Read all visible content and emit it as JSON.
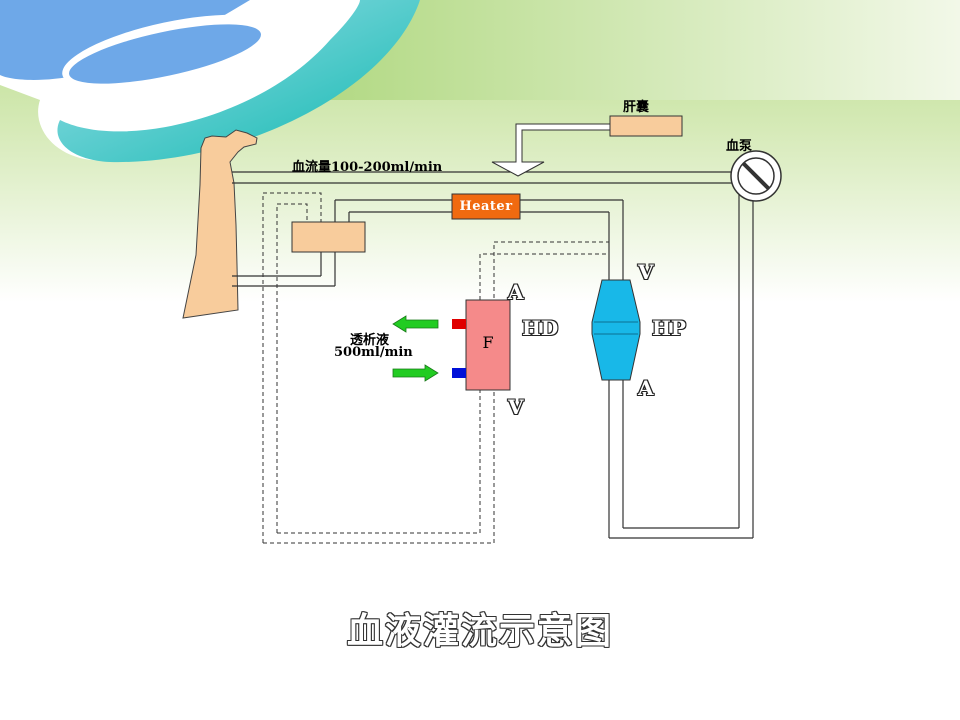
{
  "slide": {
    "title": "血液灌流示意图",
    "colors": {
      "background_green": "#c8e4a0",
      "swoosh_blue": "#6ea8e8",
      "swoosh_teal": "#1ec0b8",
      "heater": "#f06a10",
      "filter": "#f58a8a",
      "cartridge": "#18b8e8",
      "arm_skin": "#f8cc9c"
    }
  },
  "diagram": {
    "flow_rate_label": "血流量100-200ml/min",
    "liver_bag_label": "肝囊",
    "blood_pump_label": "血泵",
    "heater_label": "Heater",
    "filter_label": "F",
    "dialysate_label": "透析液",
    "dialysate_rate_label": "500ml/min",
    "hd_label": "HD",
    "hp_label": "HP",
    "hd_inlet_label": "A",
    "hd_outlet_label": "V",
    "hp_inlet_label": "V",
    "hp_outlet_label": "A"
  }
}
